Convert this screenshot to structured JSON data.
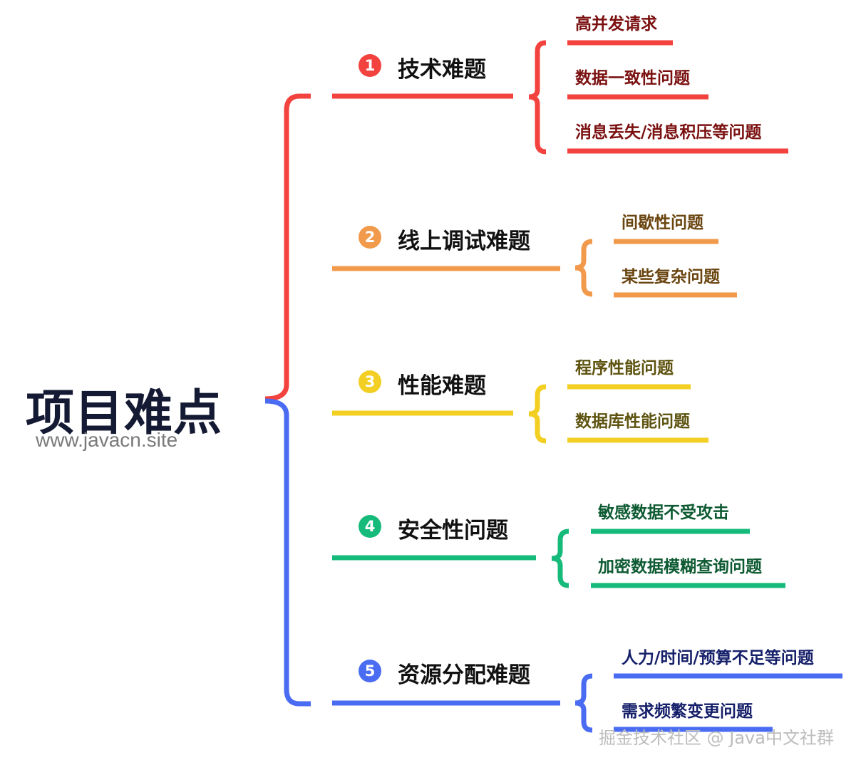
{
  "root": {
    "title": "项目难点",
    "subtitle": "www.javacn.site"
  },
  "branches": [
    {
      "num": "1",
      "label": "技术难题",
      "color": "#f2433f",
      "leaf_color": "#7b1010",
      "leaves": [
        "高并发请求",
        "数据一致性问题",
        "消息丢失/消息积压等问题"
      ]
    },
    {
      "num": "2",
      "label": "线上调试难题",
      "color": "#f29a4b",
      "leaf_color": "#6a4510",
      "leaves": [
        "间歇性问题",
        "某些复杂问题"
      ]
    },
    {
      "num": "3",
      "label": "性能难题",
      "color": "#f2cf22",
      "leaf_color": "#5e5310",
      "leaves": [
        "程序性能问题",
        "数据库性能问题"
      ]
    },
    {
      "num": "4",
      "label": "安全性问题",
      "color": "#16ba7a",
      "leaf_color": "#0d5a32",
      "leaves": [
        "敏感数据不受攻击",
        "加密数据模糊查询问题"
      ]
    },
    {
      "num": "5",
      "label": "资源分配难题",
      "color": "#4a6cf2",
      "leaf_color": "#16206a",
      "leaves": [
        "人力/时间/预算不足等问题",
        "需求频繁变更问题"
      ]
    }
  ],
  "watermark": "掘金技术社区 @ Java中文社群"
}
